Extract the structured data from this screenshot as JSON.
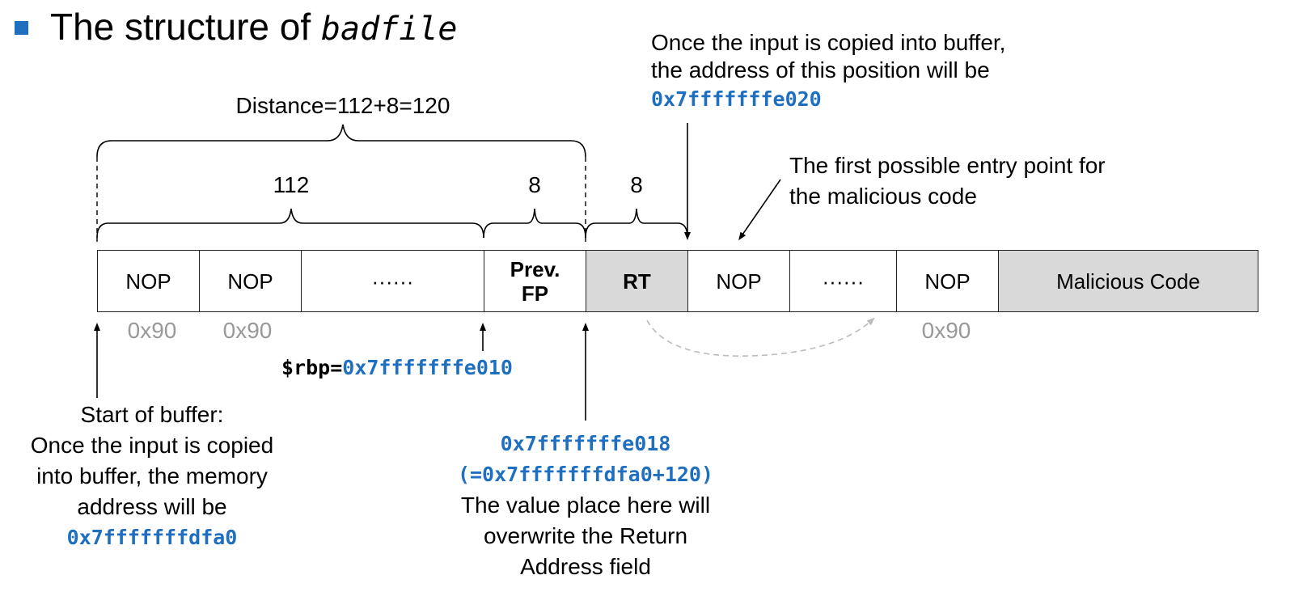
{
  "title": {
    "text": "The structure of ",
    "filename": "badfile"
  },
  "distance_label": "Distance=112+8=120",
  "segment_labels": {
    "buffer": "112",
    "prev_fp": "8",
    "rt": "8"
  },
  "cells": [
    {
      "label": "NOP"
    },
    {
      "label": "NOP"
    },
    {
      "label": "······"
    },
    {
      "label_line1": "Prev.",
      "label_line2": "FP"
    },
    {
      "label": "RT"
    },
    {
      "label": "NOP"
    },
    {
      "label": "······"
    },
    {
      "label": "NOP"
    },
    {
      "label": "Malicious Code"
    }
  ],
  "byte_values": [
    "0x90",
    "0x90",
    "0x90"
  ],
  "rbp": {
    "prefix": "$rbp=",
    "address": "0x7fffffffe010"
  },
  "top_note": {
    "line1": "Once the input is copied into buffer,",
    "line2": "the address of this position will be",
    "address": "0x7fffffffe020"
  },
  "entry_note": {
    "line1": "The first possible entry point for",
    "line2": "the malicious code"
  },
  "buffer_note": {
    "line1": "Start of buffer:",
    "line2": "Once the input is copied",
    "line3": "into buffer, the memory",
    "line4": "address will be",
    "address": "0x7fffffffdfa0"
  },
  "return_note": {
    "address": "0x7fffffffe018",
    "formula": "(=0x7fffffffdfa0+120)",
    "line1": "The value place here will",
    "line2": "overwrite the Return",
    "line3": "Address field"
  },
  "colors": {
    "accent_blue": "#1f6fc1",
    "shaded_cell": "#d9d9d9",
    "gray_text": "#999999"
  }
}
